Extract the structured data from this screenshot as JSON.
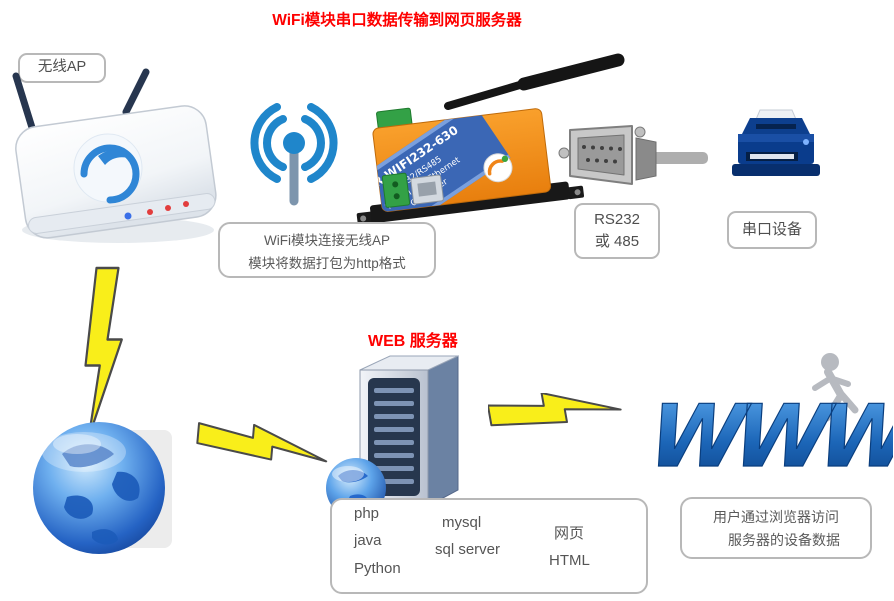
{
  "title": "WiFi模块串口数据传输到网页服务器",
  "ap": {
    "label": "无线AP"
  },
  "wifi_bubble": {
    "line1": "WiFi模块连接无线AP",
    "line2": "模块将数据打包为http格式"
  },
  "module": {
    "model": "USR-WIFI232-630",
    "sub1": "RS232/RS485",
    "sub2": "To WiFi 232 Ethernet",
    "sub3": "Converter"
  },
  "rs232_label": {
    "line1": "RS232",
    "line2": "或 485"
  },
  "serial_device": {
    "label": "串口设备"
  },
  "web_server": {
    "label": "WEB 服务器"
  },
  "tech": {
    "col1": [
      "php",
      "java",
      "Python"
    ],
    "col2": [
      "mysql",
      "sql server"
    ],
    "col3": [
      "网页",
      "HTML"
    ]
  },
  "user_bubble": {
    "line1": "用户通过浏览器访问",
    "line2": "服务器的设备数据"
  },
  "www": {
    "text": "WWW"
  },
  "colors": {
    "title_red": "#fe0000",
    "wifi_blue": "#1f86cb",
    "module_orange": "#f08519",
    "module_band_blue": "#3b67b5",
    "printer_navy": "#0a3c8c",
    "lightning_yellow": "#f9ee1a",
    "globe_blue": "#2563c4",
    "www_blue": "#1c66b8",
    "box_border_gray": "#b8b8b8",
    "text_gray": "#5a5a5a"
  }
}
